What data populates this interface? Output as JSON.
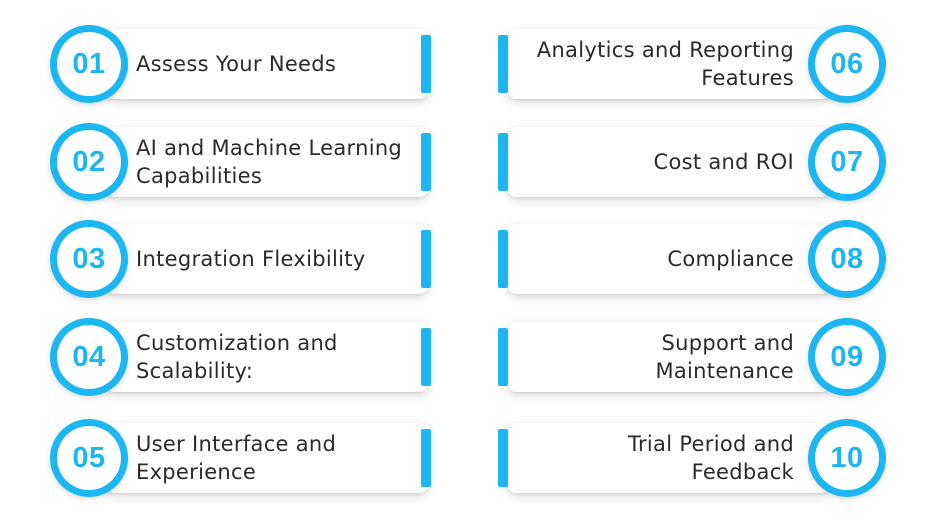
{
  "colors": {
    "accent": "#1cb6f2",
    "text": "#2a2a2a",
    "card": "#ffffff"
  },
  "items": [
    {
      "number": "01",
      "label": "Assess Your Needs"
    },
    {
      "number": "02",
      "label": "AI and Machine Learning Capabilities"
    },
    {
      "number": "03",
      "label": "Integration Flexibility"
    },
    {
      "number": "04",
      "label": "Customization and Scalability:"
    },
    {
      "number": "05",
      "label": "User Interface and Experience"
    },
    {
      "number": "06",
      "label": "Analytics and Reporting Features"
    },
    {
      "number": "07",
      "label": "Cost and ROI"
    },
    {
      "number": "08",
      "label": "Compliance"
    },
    {
      "number": "09",
      "label": "Support and Maintenance"
    },
    {
      "number": "10",
      "label": "Trial Period and Feedback"
    }
  ]
}
